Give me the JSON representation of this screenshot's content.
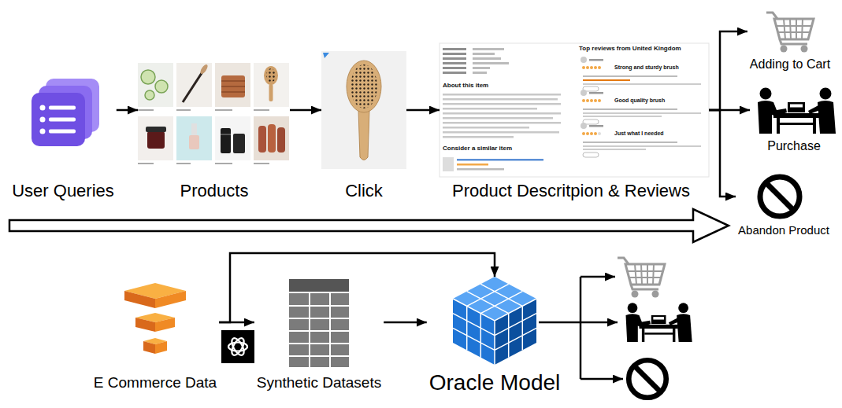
{
  "diagram": {
    "nodes": [
      {
        "text": [
          "User Queries"
        ]
      },
      {
        "text": [
          "Products"
        ]
      },
      {
        "text": [
          "Click"
        ]
      },
      {
        "text": [
          "Product Descritpion & Reviews"
        ]
      },
      {
        "text": [
          "Adding to Cart"
        ]
      },
      {
        "text": [
          "Purchase"
        ]
      },
      {
        "text": [
          "Abandon Product"
        ]
      },
      {
        "text": [
          "E Commerce Data"
        ]
      },
      {
        "text": [
          "Synthetic Datasets"
        ]
      },
      {
        "text": [
          "Oracle Model"
        ]
      }
    ],
    "edges": [
      {
        "from": 0,
        "to": 1,
        "arrow": "to"
      },
      {
        "from": 1,
        "to": 2,
        "arrow": "to"
      },
      {
        "from": 2,
        "to": 3,
        "arrow": "to"
      },
      {
        "from": 3,
        "to": 4,
        "arrow": "to"
      },
      {
        "from": 3,
        "to": 5,
        "arrow": "to"
      },
      {
        "from": 3,
        "to": 6,
        "arrow": "to"
      },
      {
        "from": 7,
        "to": 8,
        "arrow": "to"
      },
      {
        "from": 7,
        "to": 9,
        "arrow": "to"
      },
      {
        "from": 8,
        "to": 9,
        "arrow": "to"
      }
    ],
    "labels": [
      "About this item",
      "Consider a similar item",
      "Top reviews from United Kingdom",
      "Strong and sturdy brush",
      "Good quality brush",
      "Just what I needed"
    ]
  }
}
